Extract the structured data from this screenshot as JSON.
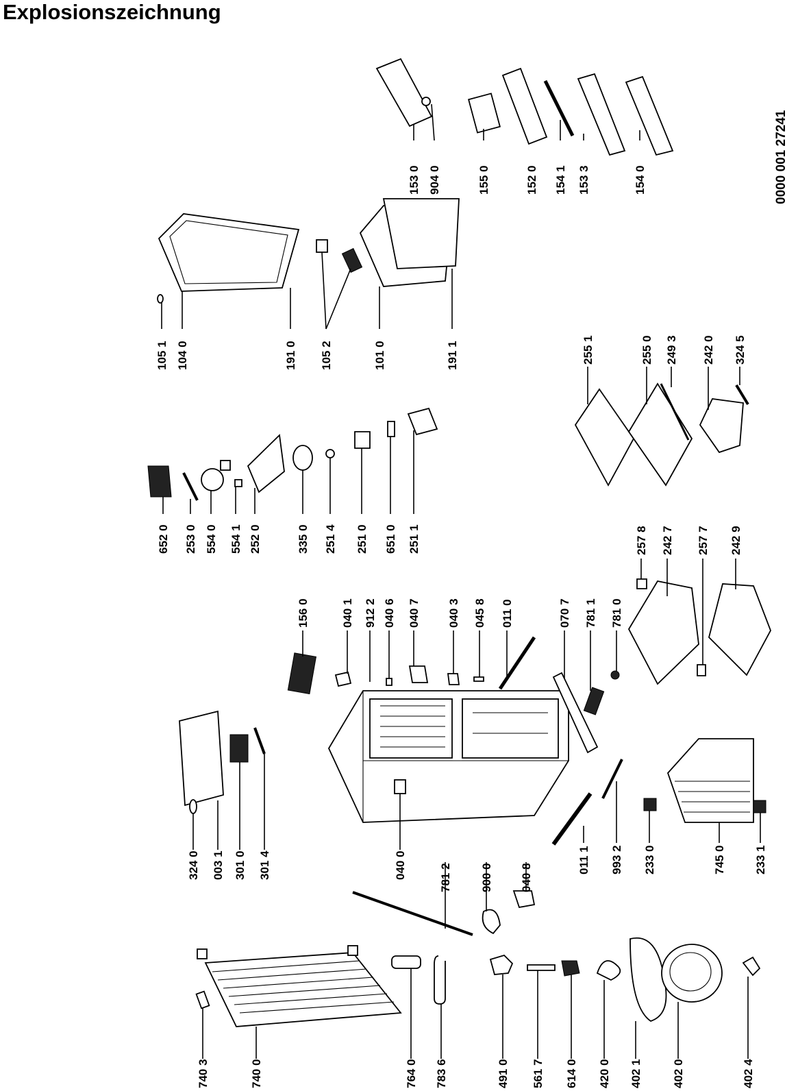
{
  "title": "Explosionszeichnung",
  "document_number": "0000 001 27241",
  "parts": [
    {
      "label": "740 3"
    },
    {
      "label": "740 0"
    },
    {
      "label": "764 0"
    },
    {
      "label": "783 6"
    },
    {
      "label": "491 0"
    },
    {
      "label": "561 7"
    },
    {
      "label": "614 0"
    },
    {
      "label": "420 0"
    },
    {
      "label": "402 1"
    },
    {
      "label": "402 0"
    },
    {
      "label": "402 4"
    },
    {
      "label": "781 2"
    },
    {
      "label": "900 0"
    },
    {
      "label": "040 8"
    },
    {
      "label": "040 0"
    },
    {
      "label": "324 0"
    },
    {
      "label": "003 1"
    },
    {
      "label": "301 0"
    },
    {
      "label": "301 4"
    },
    {
      "label": "011 1"
    },
    {
      "label": "993 2"
    },
    {
      "label": "233 0"
    },
    {
      "label": "745 0"
    },
    {
      "label": "233 1"
    },
    {
      "label": "156 0"
    },
    {
      "label": "040 1"
    },
    {
      "label": "912 2"
    },
    {
      "label": "040 6"
    },
    {
      "label": "040 7"
    },
    {
      "label": "040 3"
    },
    {
      "label": "045 8"
    },
    {
      "label": "011 0"
    },
    {
      "label": "070 7"
    },
    {
      "label": "781 1"
    },
    {
      "label": "781 0"
    },
    {
      "label": "257 8"
    },
    {
      "label": "242 7"
    },
    {
      "label": "257 7"
    },
    {
      "label": "242 9"
    },
    {
      "label": "652 0"
    },
    {
      "label": "253 0"
    },
    {
      "label": "554 0"
    },
    {
      "label": "554 1"
    },
    {
      "label": "252 0"
    },
    {
      "label": "335 0"
    },
    {
      "label": "251 4"
    },
    {
      "label": "251 0"
    },
    {
      "label": "651 0"
    },
    {
      "label": "251 1"
    },
    {
      "label": "255 1"
    },
    {
      "label": "255 0"
    },
    {
      "label": "249 3"
    },
    {
      "label": "242 0"
    },
    {
      "label": "324 5"
    },
    {
      "label": "105 1"
    },
    {
      "label": "104 0"
    },
    {
      "label": "191 0"
    },
    {
      "label": "105 2"
    },
    {
      "label": "101 0"
    },
    {
      "label": "191 1"
    },
    {
      "label": "153 0"
    },
    {
      "label": "904 0"
    },
    {
      "label": "155 0"
    },
    {
      "label": "152 0"
    },
    {
      "label": "154 1"
    },
    {
      "label": "153 3"
    },
    {
      "label": "154 0"
    }
  ]
}
